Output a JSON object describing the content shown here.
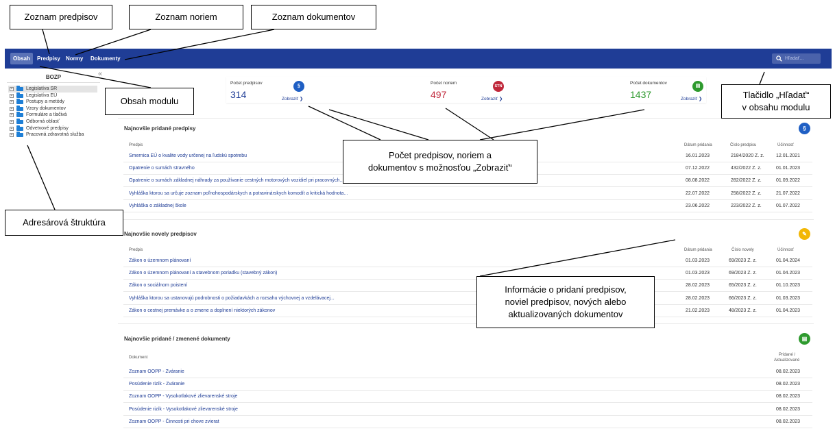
{
  "annotations": {
    "zoznam_predpisov": "Zoznam predpisov",
    "zoznam_noriem": "Zoznam noriem",
    "zoznam_dokumentov": "Zoznam dokumentov",
    "obsah_modulu": "Obsah modulu",
    "tlacidlo_hladat_line1": "Tlačidlo „Hľadať“",
    "tlacidlo_hladat_line2": "v obsahu modulu",
    "pocet_line1": "Počet predpisov, noriem a",
    "pocet_line2": "dokumentov s možnosťou „Zobraziť“",
    "adresarova": "Adresárová štruktúra",
    "info_line1": "Informácie o pridaní predpisov,",
    "info_line2": "noviel predpisov, nových alebo",
    "info_line3": "aktualizovaných dokumentov"
  },
  "nav": {
    "items": [
      "Obsah",
      "Predpisy",
      "Normy",
      "Dokumenty"
    ],
    "search_placeholder": "Hľadať...",
    "bg": "#1f3d96"
  },
  "sidebar": {
    "collapse": "«",
    "title": "BOZP",
    "items": [
      "Legislatíva SR",
      "Legislatíva EÚ",
      "Postupy a metódy",
      "Vzory dokumentov",
      "Formuláre a tlačivá",
      "Odborná oblasť",
      "Odvetvové predpisy",
      "Pracovná zdravotná služba"
    ]
  },
  "stats": {
    "predpisy": {
      "label": "Počet predpisov",
      "value": "314",
      "link": "Zobraziť ❯",
      "badge": "§",
      "color": "#1f5fc4"
    },
    "normy": {
      "label": "Počet noriem",
      "value": "497",
      "link": "Zobraziť ❯",
      "badge": "STN",
      "color": "#c0283b"
    },
    "dokumenty": {
      "label": "Počet dokumentov",
      "value": "1437",
      "link": "Zobraziť ❯",
      "badge": "▤",
      "color": "#2e9a2e"
    }
  },
  "section1": {
    "title": "Najnovšie pridané predpisy",
    "badge": "§",
    "badge_color": "#1f5fc4",
    "columns": [
      "Predpis",
      "Dátum pridania",
      "Číslo predpisu",
      "Účinnosť"
    ],
    "rows": [
      [
        "Smernica EÚ o kvalite vody určenej na ľudskú spotrebu",
        "16.01.2023",
        "2184/2020 Z. z.",
        "12.01.2021"
      ],
      [
        "Opatrenie o sumách stravného",
        "07.12.2022",
        "432/2022 Z. z.",
        "01.01.2023"
      ],
      [
        "Opatrenie o sumách základnej náhrady za používanie cestných motorových vozidiel pri pracovných...",
        "08.08.2022",
        "282/2022 Z. z.",
        "01.09.2022"
      ],
      [
        "Vyhláška ktorou sa určuje zoznam poľnohospodárskych a potravinárskych komodít a kritická hodnota...",
        "22.07.2022",
        "258/2022 Z. z.",
        "21.07.2022"
      ],
      [
        "Vyhláška o základnej škole",
        "23.06.2022",
        "223/2022 Z. z.",
        "01.07.2022"
      ]
    ]
  },
  "section2": {
    "title": "Najnovšie novely predpisov",
    "badge": "✎",
    "badge_color": "#f2b705",
    "columns": [
      "Predpis",
      "Dátum pridania",
      "Číslo novely",
      "Účinnosť"
    ],
    "rows": [
      [
        "Zákon o územnom plánovaní",
        "01.03.2023",
        "69/2023 Z. z.",
        "01.04.2024"
      ],
      [
        "Zákon o územnom plánovaní a stavebnom poriadku (stavebný zákon)",
        "01.03.2023",
        "69/2023 Z. z.",
        "01.04.2023"
      ],
      [
        "Zákon o sociálnom poistení",
        "28.02.2023",
        "65/2023 Z. z.",
        "01.10.2023"
      ],
      [
        "Vyhláška ktorou sa ustanovujú podrobnosti o požiadavkách a rozsahu výchovnej a vzdelávacej...",
        "28.02.2023",
        "66/2023 Z. z.",
        "01.03.2023"
      ],
      [
        "Zákon o cestnej premávke a o zmene a doplnení niektorých zákonov",
        "21.02.2023",
        "48/2023 Z. z.",
        "01.04.2023"
      ]
    ]
  },
  "section3": {
    "title": "Najnovšie pridané / zmenené dokumenty",
    "badge": "▤",
    "badge_color": "#2e9a2e",
    "columns": [
      "Dokument",
      "Pridané /",
      "Aktualizované"
    ],
    "rows": [
      [
        "Zoznam OOPP - Zváranie",
        "08.02.2023"
      ],
      [
        "Posúdenie rizík - Zváranie",
        "08.02.2023"
      ],
      [
        "Zoznam OOPP - Vysokotlakové zlievarenské stroje",
        "08.02.2023"
      ],
      [
        "Posúdenie rizík - Vysokotlakové zlievarenské stroje",
        "08.02.2023"
      ],
      [
        "Zoznam OOPP - Činnosti pri chove zvierat",
        "08.02.2023"
      ]
    ]
  }
}
